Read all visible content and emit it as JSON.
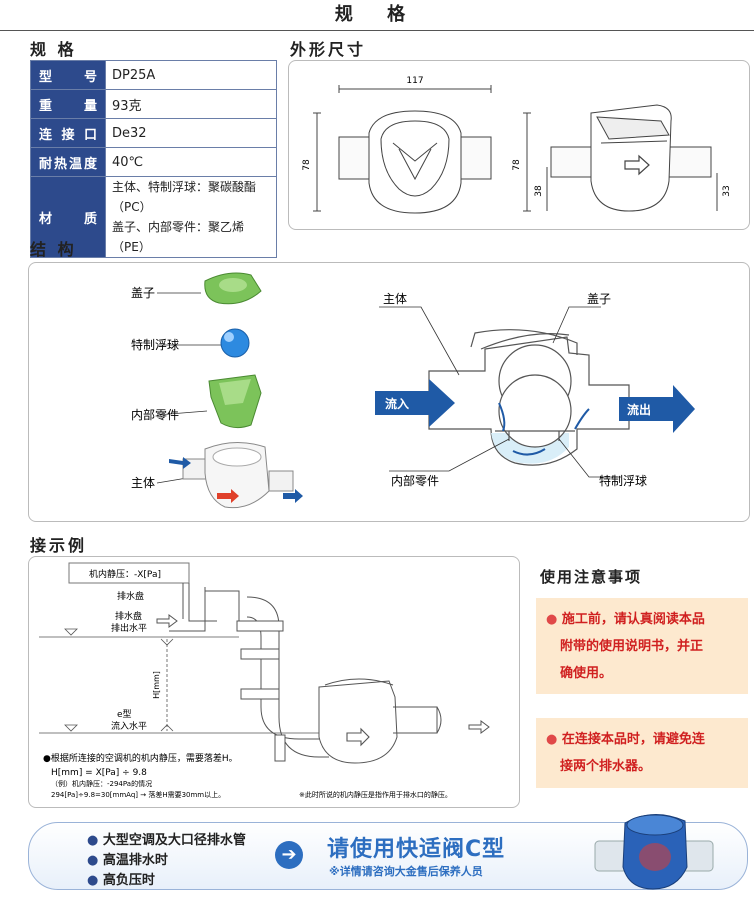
{
  "page": {
    "title": "规 格"
  },
  "spec": {
    "heading": "规 格",
    "rows": [
      {
        "key": "型号",
        "value": "DP25A"
      },
      {
        "key": "重量",
        "value": "93克"
      },
      {
        "key": "连接口",
        "value": "De32"
      },
      {
        "key": "耐热温度",
        "value": "40℃"
      },
      {
        "key": "材质",
        "value": "主体、特制浮球：聚碳酸酯（PC）",
        "value2": "盖子、内部零件：聚乙烯（PE）"
      }
    ]
  },
  "dimensions": {
    "heading": "外形尺寸",
    "width": "117",
    "height_left": "78",
    "height_right": "78",
    "inlet_h": "38",
    "outlet_h": "33"
  },
  "structure": {
    "heading": "结 构",
    "parts": [
      "盖子",
      "特制浮球",
      "内部零件",
      "主体"
    ],
    "diagram": {
      "body": "主体",
      "cap": "盖子",
      "inflow": "流入",
      "outflow": "流出",
      "inner": "内部零件",
      "ball": "特制浮球"
    }
  },
  "connection": {
    "heading": "接示例",
    "static_pressure": "机内静压：-X[Pa]",
    "drain_pan": "排水盘",
    "drain_level_1": "排水盘",
    "drain_level_2": "排出水平",
    "h_label": "H[mm]",
    "e_type_1": "e型",
    "e_type_2": "流入水平",
    "note_1": "●根据所连接的空调机的机内静压，需要落差H。",
    "formula": "H[mm] = X[Pa] ÷ 9.8",
    "example_1": "（例）机内静压：-294Pa的情况",
    "example_2": "294[Pa]÷9.8=30[mmAq] → 落差H需要30mm以上。",
    "footnote": "※此时所说的机内静压是指作用于排水口的静压。"
  },
  "notes": {
    "heading": "使用注意事项",
    "note1": [
      "施工前，请认真阅读本品",
      "附带的使用说明书，并正",
      "确使用。"
    ],
    "note2": [
      "在连接本品时，请避免连",
      "接两个排水器。"
    ]
  },
  "banner": {
    "items": [
      "大型空调及大口径排水管",
      "高温排水时",
      "高负压时"
    ],
    "title": "请使用快适阀C型",
    "sub": "※详情请咨询大金售后保养人员"
  },
  "colors": {
    "navy": "#2d4a8c",
    "arrow_blue": "#1f5aa6",
    "part_green": "#7cc35a",
    "ball_blue": "#2d8ae0",
    "note_bg": "#fde9cf",
    "note_red": "#d02020"
  }
}
